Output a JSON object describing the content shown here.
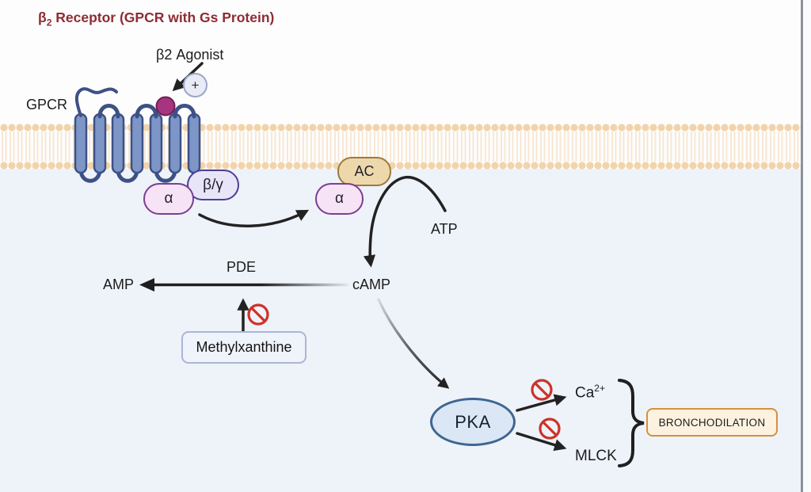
{
  "title": {
    "beta": "β",
    "sub": "2",
    "rest": " Receptor (GPCR with Gs Protein)"
  },
  "labels": {
    "gpcr": "GPCR",
    "agonist": "β2 Agonist",
    "plus": "+",
    "alpha_g": "α",
    "beta_gamma": "β/γ",
    "alpha_free": "α",
    "ac": "AC",
    "atp": "ATP",
    "camp": "cAMP",
    "pde": "PDE",
    "amp": "AMP",
    "methylxanthine": "Methylxanthine",
    "pka": "PKA",
    "ca_base": "Ca",
    "ca_sup": "2+",
    "mlck": "MLCK",
    "bronchodilation": "BRONCHODILATION"
  },
  "colors": {
    "title_color": "#8e2c34",
    "bg_lower": "#eef2f9",
    "membrane_head": "#f2d3ab",
    "membrane_tail": "#f7e6d0",
    "helix_fill": "#7d95c7",
    "helix_border": "#3d5185",
    "ligand_fill": "#a7347f",
    "plus_fill": "#e9ecf7",
    "alpha_fill": "#f6e3f5",
    "alpha_border": "#7c3e92",
    "betagamma_fill": "#e7e5f7",
    "betagamma_border": "#4a3e99",
    "ac_fill": "#ecd8ab",
    "ac_border": "#9a7a3c",
    "pka_fill": "#dbe7f5",
    "pka_border": "#3e6691",
    "methyl_fill": "#eff3fa",
    "methyl_border": "#a9b7d6",
    "broncho_fill": "#fdf2df",
    "broncho_border": "#d2923f",
    "inhibit": "#cd3228",
    "arrow": "#222222"
  }
}
